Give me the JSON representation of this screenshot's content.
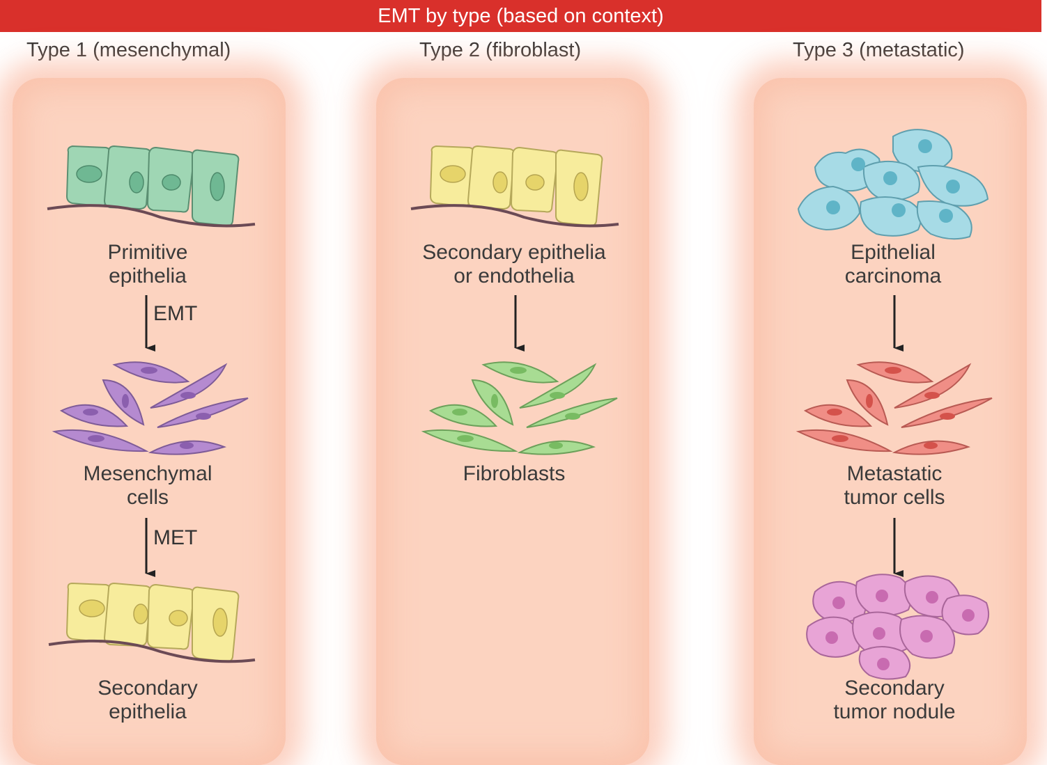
{
  "banner": {
    "title": "EMT by type (based on context)"
  },
  "columns": [
    {
      "title": "Type 1 (mesenchymal)",
      "stages": [
        {
          "lines": [
            "Primitive",
            "epithelia"
          ]
        },
        {
          "lines": [
            "Mesenchymal",
            "cells"
          ]
        },
        {
          "lines": [
            "Secondary",
            "epithelia"
          ]
        }
      ],
      "transitions": [
        "EMT",
        "MET"
      ]
    },
    {
      "title": "Type 2 (fibroblast)",
      "stages": [
        {
          "lines": [
            "Secondary epithelia",
            "or endothelia"
          ]
        },
        {
          "lines": [
            "Fibroblasts"
          ]
        }
      ]
    },
    {
      "title": "Type 3 (metastatic)",
      "stages": [
        {
          "lines": [
            "Epithelial",
            "carcinoma"
          ]
        },
        {
          "lines": [
            "Metastatic",
            "tumor cells"
          ]
        },
        {
          "lines": [
            "Secondary",
            "tumor nodule"
          ]
        }
      ]
    }
  ],
  "colors": {
    "banner": "#d9302b",
    "panel": "#fcd3c0",
    "epithelium_green": "#9fd6b4",
    "epithelium_yellow": "#f7ec9c",
    "mesenchymal_purple": "#b58ad0",
    "fibroblast_green": "#a8dc93",
    "carcinoma_blue": "#a7dbe6",
    "metastatic_red": "#f08e86",
    "nodule_pink": "#e8a4d6"
  }
}
